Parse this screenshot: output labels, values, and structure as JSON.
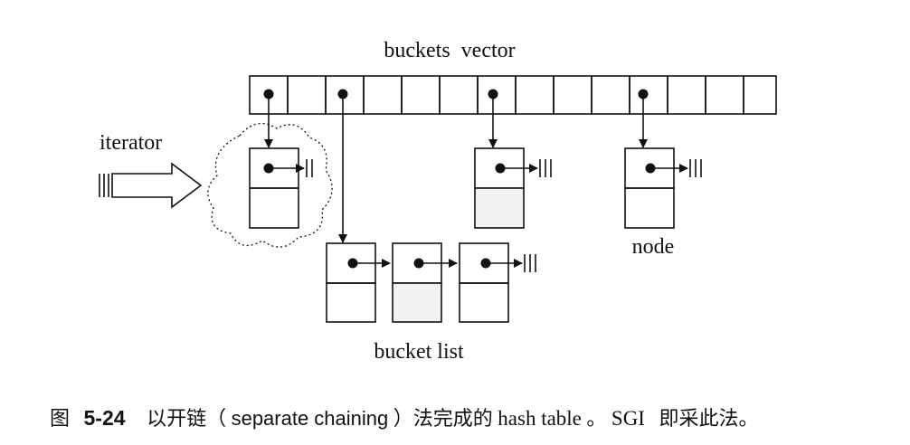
{
  "labels": {
    "buckets_vector": "buckets  vector",
    "iterator": "iterator",
    "node": "node",
    "bucket_list": "bucket list"
  },
  "caption": {
    "prefix": "图",
    "figure_number": "5-24",
    "text_cjk_1": "以开链（",
    "text_sans": "separate chaining",
    "text_cjk_2": "）法完成的",
    "text_serif_1": "hash table",
    "text_cjk_3": "。",
    "text_serif_2": "SGI",
    "text_cjk_4": "即采此法。"
  },
  "buckets": {
    "count": 14,
    "filled_indices": [
      0,
      2,
      6,
      10
    ]
  }
}
